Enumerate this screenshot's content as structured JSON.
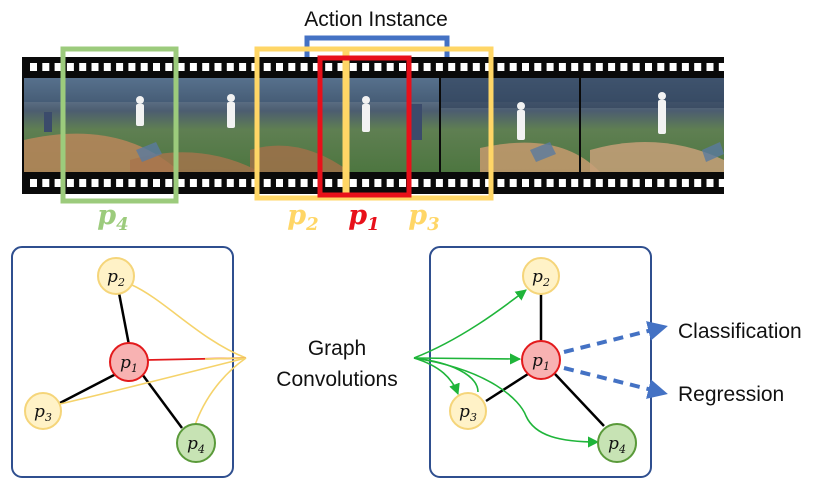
{
  "top": {
    "action_instance_label": "Action Instance",
    "proposal_labels": {
      "p4": {
        "base": "p",
        "sub": "4"
      },
      "p2": {
        "base": "p",
        "sub": "2"
      },
      "p1": {
        "base": "p",
        "sub": "1"
      },
      "p3": {
        "base": "p",
        "sub": "3"
      }
    }
  },
  "left_graph": {
    "nodes": {
      "p2": {
        "base": "p",
        "sub": "2"
      },
      "p1": {
        "base": "p",
        "sub": "1"
      },
      "p3": {
        "base": "p",
        "sub": "3"
      },
      "p4": {
        "base": "p",
        "sub": "4"
      }
    }
  },
  "right_graph": {
    "nodes": {
      "p2": {
        "base": "p",
        "sub": "2"
      },
      "p1": {
        "base": "p",
        "sub": "1"
      },
      "p3": {
        "base": "p",
        "sub": "3"
      },
      "p4": {
        "base": "p",
        "sub": "4"
      }
    }
  },
  "middle": {
    "line1": "Graph",
    "line2": "Convolutions"
  },
  "outputs": {
    "classification": "Classification",
    "regression": "Regression"
  },
  "colors": {
    "green_proposal": "#9ccb7c",
    "yellow_proposal": "#ffd666",
    "red_proposal": "#e8101a",
    "bracket_blue": "#4472c4",
    "panel_border": "#2f4f8f",
    "node_yellow_fill": "#fff2c7",
    "node_yellow_stroke": "#f5d57a",
    "node_red_fill": "#f8b2b2",
    "node_red_stroke": "#e31a1c",
    "node_green_fill": "#c7e3b4",
    "node_green_stroke": "#5a9a3a",
    "edge_green": "#1fb53a",
    "edge_yellow": "#f5d36b",
    "arrow_blue": "#4472c4"
  }
}
